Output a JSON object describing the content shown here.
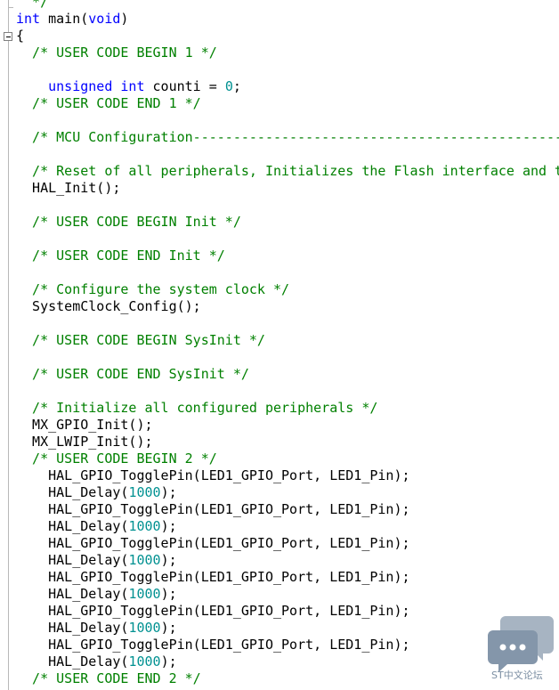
{
  "editor": {
    "lines": [
      [
        {
          "t": "  */",
          "c": "c"
        }
      ],
      [
        {
          "t": "int",
          "c": "k"
        },
        {
          "t": " main(",
          "c": "p"
        },
        {
          "t": "void",
          "c": "k"
        },
        {
          "t": ")",
          "c": "p"
        }
      ],
      [
        {
          "t": "{",
          "c": "p"
        }
      ],
      [
        {
          "t": "  /* USER CODE BEGIN 1 */",
          "c": "c"
        }
      ],
      [
        {
          "t": "",
          "c": "p"
        }
      ],
      [
        {
          "t": "    ",
          "c": "p"
        },
        {
          "t": "unsigned",
          "c": "k"
        },
        {
          "t": " ",
          "c": "p"
        },
        {
          "t": "int",
          "c": "k"
        },
        {
          "t": " counti = ",
          "c": "p"
        },
        {
          "t": "0",
          "c": "n"
        },
        {
          "t": ";",
          "c": "p"
        }
      ],
      [
        {
          "t": "  /* USER CODE END 1 */",
          "c": "c"
        }
      ],
      [
        {
          "t": "",
          "c": "p"
        }
      ],
      [
        {
          "t": "  /* MCU Configuration--------------------------------------------------------*/",
          "c": "c"
        }
      ],
      [
        {
          "t": "",
          "c": "p"
        }
      ],
      [
        {
          "t": "  /* Reset of all peripherals, Initializes the Flash interface and the Systick. */",
          "c": "c"
        }
      ],
      [
        {
          "t": "  HAL_Init();",
          "c": "p"
        }
      ],
      [
        {
          "t": "",
          "c": "p"
        }
      ],
      [
        {
          "t": "  /* USER CODE BEGIN Init */",
          "c": "c"
        }
      ],
      [
        {
          "t": "",
          "c": "p"
        }
      ],
      [
        {
          "t": "  /* USER CODE END Init */",
          "c": "c"
        }
      ],
      [
        {
          "t": "",
          "c": "p"
        }
      ],
      [
        {
          "t": "  /* Configure the system clock */",
          "c": "c"
        }
      ],
      [
        {
          "t": "  SystemClock_Config();",
          "c": "p"
        }
      ],
      [
        {
          "t": "",
          "c": "p"
        }
      ],
      [
        {
          "t": "  /* USER CODE BEGIN SysInit */",
          "c": "c"
        }
      ],
      [
        {
          "t": "",
          "c": "p"
        }
      ],
      [
        {
          "t": "  /* USER CODE END SysInit */",
          "c": "c"
        }
      ],
      [
        {
          "t": "",
          "c": "p"
        }
      ],
      [
        {
          "t": "  /* Initialize all configured peripherals */",
          "c": "c"
        }
      ],
      [
        {
          "t": "  MX_GPIO_Init();",
          "c": "p"
        }
      ],
      [
        {
          "t": "  MX_LWIP_Init();",
          "c": "p"
        }
      ],
      [
        {
          "t": "  /* USER CODE BEGIN 2 */",
          "c": "c"
        }
      ],
      [
        {
          "t": "    HAL_GPIO_TogglePin(LED1_GPIO_Port, LED1_Pin);",
          "c": "p"
        }
      ],
      [
        {
          "t": "    HAL_Delay(",
          "c": "p"
        },
        {
          "t": "1000",
          "c": "n"
        },
        {
          "t": ");",
          "c": "p"
        }
      ],
      [
        {
          "t": "    HAL_GPIO_TogglePin(LED1_GPIO_Port, LED1_Pin);",
          "c": "p"
        }
      ],
      [
        {
          "t": "    HAL_Delay(",
          "c": "p"
        },
        {
          "t": "1000",
          "c": "n"
        },
        {
          "t": ");",
          "c": "p"
        }
      ],
      [
        {
          "t": "    HAL_GPIO_TogglePin(LED1_GPIO_Port, LED1_Pin);",
          "c": "p"
        }
      ],
      [
        {
          "t": "    HAL_Delay(",
          "c": "p"
        },
        {
          "t": "1000",
          "c": "n"
        },
        {
          "t": ");",
          "c": "p"
        }
      ],
      [
        {
          "t": "    HAL_GPIO_TogglePin(LED1_GPIO_Port, LED1_Pin);",
          "c": "p"
        }
      ],
      [
        {
          "t": "    HAL_Delay(",
          "c": "p"
        },
        {
          "t": "1000",
          "c": "n"
        },
        {
          "t": ");",
          "c": "p"
        }
      ],
      [
        {
          "t": "    HAL_GPIO_TogglePin(LED1_GPIO_Port, LED1_Pin);",
          "c": "p"
        }
      ],
      [
        {
          "t": "    HAL_Delay(",
          "c": "p"
        },
        {
          "t": "1000",
          "c": "n"
        },
        {
          "t": ");",
          "c": "p"
        }
      ],
      [
        {
          "t": "    HAL_GPIO_TogglePin(LED1_GPIO_Port, LED1_Pin);",
          "c": "p"
        }
      ],
      [
        {
          "t": "    HAL_Delay(",
          "c": "p"
        },
        {
          "t": "1000",
          "c": "n"
        },
        {
          "t": ");",
          "c": "p"
        }
      ],
      [
        {
          "t": "  /* USER CODE END 2 */",
          "c": "c"
        }
      ]
    ]
  },
  "colors": {
    "keyword": "#0000ff",
    "comment": "#008000",
    "number": "#009191",
    "plain": "#000000",
    "watermark": "#7c8fa3"
  },
  "watermark": {
    "icon": "chat-bubbles-icon",
    "label": "ST中文论坛"
  }
}
